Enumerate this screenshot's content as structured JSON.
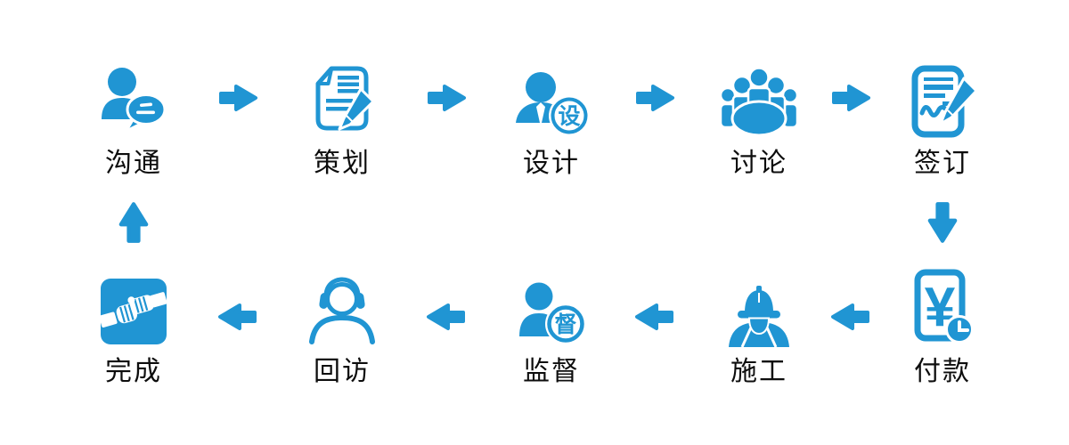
{
  "canvas": {
    "background": "#ffffff",
    "accent": "#2095d3",
    "label_color": "#0d0d0d"
  },
  "flow": {
    "top_row": [
      {
        "label": "沟通",
        "icon": "chat-user-icon"
      },
      {
        "label": "策划",
        "icon": "document-pen-icon"
      },
      {
        "label": "设计",
        "icon": "designer-badge-icon",
        "badge_char": "设"
      },
      {
        "label": "讨论",
        "icon": "meeting-icon"
      },
      {
        "label": "签订",
        "icon": "contract-sign-icon"
      }
    ],
    "bottom_row": [
      {
        "label": "完成",
        "icon": "handshake-icon"
      },
      {
        "label": "回访",
        "icon": "headset-user-icon"
      },
      {
        "label": "监督",
        "icon": "supervisor-badge-icon",
        "badge_char": "督"
      },
      {
        "label": "施工",
        "icon": "construction-worker-icon"
      },
      {
        "label": "付款",
        "icon": "payment-clock-icon",
        "currency_symbol": "¥"
      }
    ],
    "top_direction": "left-to-right",
    "bottom_direction": "right-to-left"
  }
}
